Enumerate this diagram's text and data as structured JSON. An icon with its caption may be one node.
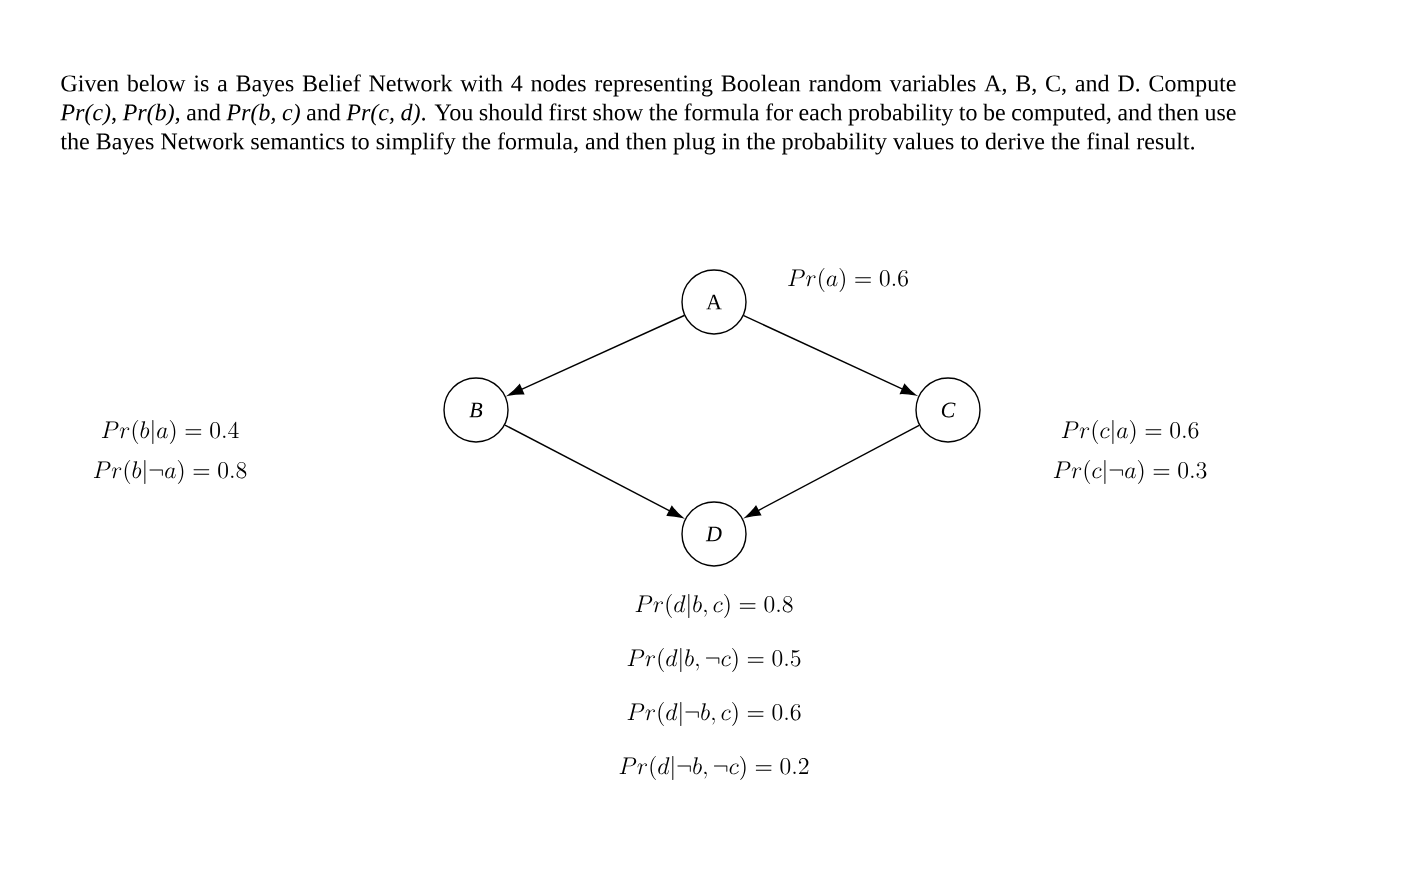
{
  "diagram": {
    "title": "Given below is a Bayes Belief Network with 4 nodes representing Boolean random variables A, B, C, and D. Compute *Pr(c)*, *Pr(b)*, and *Pr(b, c)* and *Pr(c, d)*. You should first show the formula for each probability to be computed, and then use the Bayes Network semantics to simplify the formula, and then plug in the probability values to derive the final result.",
    "nodes": [
      {
        "text": [
          "A"
        ],
        "beside": [
          "Pr(a) = 0.6"
        ]
      },
      {
        "text": [
          "B"
        ],
        "beside": [
          "Pr(b|a) = 0.4",
          "Pr(b|\\neg a) = 0.8"
        ]
      },
      {
        "text": [
          "C"
        ],
        "beside": [
          "Pr(c|a) = 0.6",
          "Pr(c|\\neg a) = 0.3"
        ]
      },
      {
        "text": [
          "D"
        ],
        "beside": [
          "Pr(d|b, c) = 0.8",
          "Pr(d|b, \\neg c) = 0.5",
          "Pr(d|\\neg b, c) = 0.6",
          "Pr(d|\\neg b, \\neg c) = 0.2"
        ]
      }
    ],
    "edges": [
      {
        "from": 0,
        "to": 1,
        "arrow": "to"
      },
      {
        "from": 0,
        "to": 2,
        "arrow": "to"
      },
      {
        "from": 1,
        "to": 3,
        "arrow": "to"
      },
      {
        "from": 2,
        "to": 3,
        "arrow": "to"
      }
    ]
  }
}
